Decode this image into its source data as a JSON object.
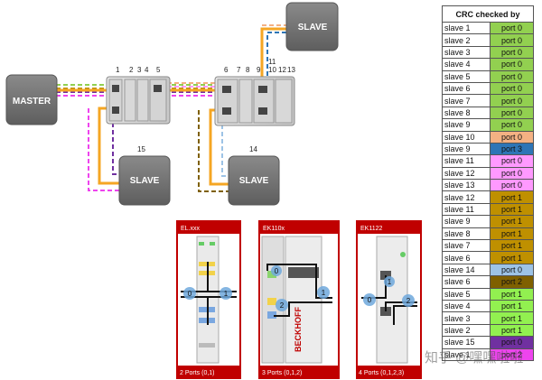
{
  "network": {
    "master_label": "MASTER",
    "slave_label": "SLAVE",
    "port_numbers_left": [
      "1",
      "2",
      "3",
      "4",
      "5"
    ],
    "port_numbers_right": [
      "6",
      "7",
      "8",
      "9",
      "10",
      "11",
      "12",
      "13"
    ],
    "slave_14_number": "14",
    "slave_15_number": "15"
  },
  "modules": [
    {
      "name": "EL.xxx",
      "footer": "2 Ports (0,1)",
      "port_a": "0",
      "port_b": "1"
    },
    {
      "name": "EK110x",
      "footer": "3 Ports (0,1,2)",
      "port_a": "0",
      "port_b": "1",
      "port_c": "2",
      "brand": "BECKHOFF"
    },
    {
      "name": "EK1122",
      "footer": "4 Ports (0,1,2,3)",
      "port_a": "0",
      "port_b": "2",
      "port_c": "1"
    }
  ],
  "crc_table": {
    "header": "CRC checked by",
    "rows": [
      {
        "slave": "slave 1",
        "port": "port 0",
        "color": "#92d050"
      },
      {
        "slave": "slave 2",
        "port": "port 0",
        "color": "#92d050"
      },
      {
        "slave": "slave 3",
        "port": "port 0",
        "color": "#92d050"
      },
      {
        "slave": "slave 4",
        "port": "port 0",
        "color": "#92d050"
      },
      {
        "slave": "slave 5",
        "port": "port 0",
        "color": "#92d050"
      },
      {
        "slave": "slave 6",
        "port": "port 0",
        "color": "#92d050"
      },
      {
        "slave": "slave 7",
        "port": "port 0",
        "color": "#92d050"
      },
      {
        "slave": "slave 8",
        "port": "port 0",
        "color": "#92d050"
      },
      {
        "slave": "slave 9",
        "port": "port 0",
        "color": "#92d050"
      },
      {
        "slave": "slave 10",
        "port": "port 0",
        "color": "#f4b183"
      },
      {
        "slave": "slave 9",
        "port": "port 3",
        "color": "#2e75b6"
      },
      {
        "slave": "slave 11",
        "port": "port 0",
        "color": "#ff99ff"
      },
      {
        "slave": "slave 12",
        "port": "port 0",
        "color": "#ff99ff"
      },
      {
        "slave": "slave 13",
        "port": "port 0",
        "color": "#ff99ff"
      },
      {
        "slave": "slave 12",
        "port": "port 1",
        "color": "#bf9000"
      },
      {
        "slave": "slave 11",
        "port": "port 1",
        "color": "#bf9000"
      },
      {
        "slave": "slave 9",
        "port": "port 1",
        "color": "#bf9000"
      },
      {
        "slave": "slave 8",
        "port": "port 1",
        "color": "#bf9000"
      },
      {
        "slave": "slave 7",
        "port": "port 1",
        "color": "#bf9000"
      },
      {
        "slave": "slave 6",
        "port": "port 1",
        "color": "#bf9000"
      },
      {
        "slave": "slave 14",
        "port": "port 0",
        "color": "#9dc3e6"
      },
      {
        "slave": "slave 6",
        "port": "port 2",
        "color": "#7f6000"
      },
      {
        "slave": "slave 5",
        "port": "port 1",
        "color": "#92f050"
      },
      {
        "slave": "slave 4",
        "port": "port 1",
        "color": "#92f050"
      },
      {
        "slave": "slave 3",
        "port": "port 1",
        "color": "#92f050"
      },
      {
        "slave": "slave 2",
        "port": "port 1",
        "color": "#92f050"
      },
      {
        "slave": "slave 15",
        "port": "port 0",
        "color": "#7030a0"
      },
      {
        "slave": "slave 1",
        "port": "port 2",
        "color": "#ee44ee"
      }
    ]
  },
  "watermark": "知乎 @嘿嘿啦啦"
}
